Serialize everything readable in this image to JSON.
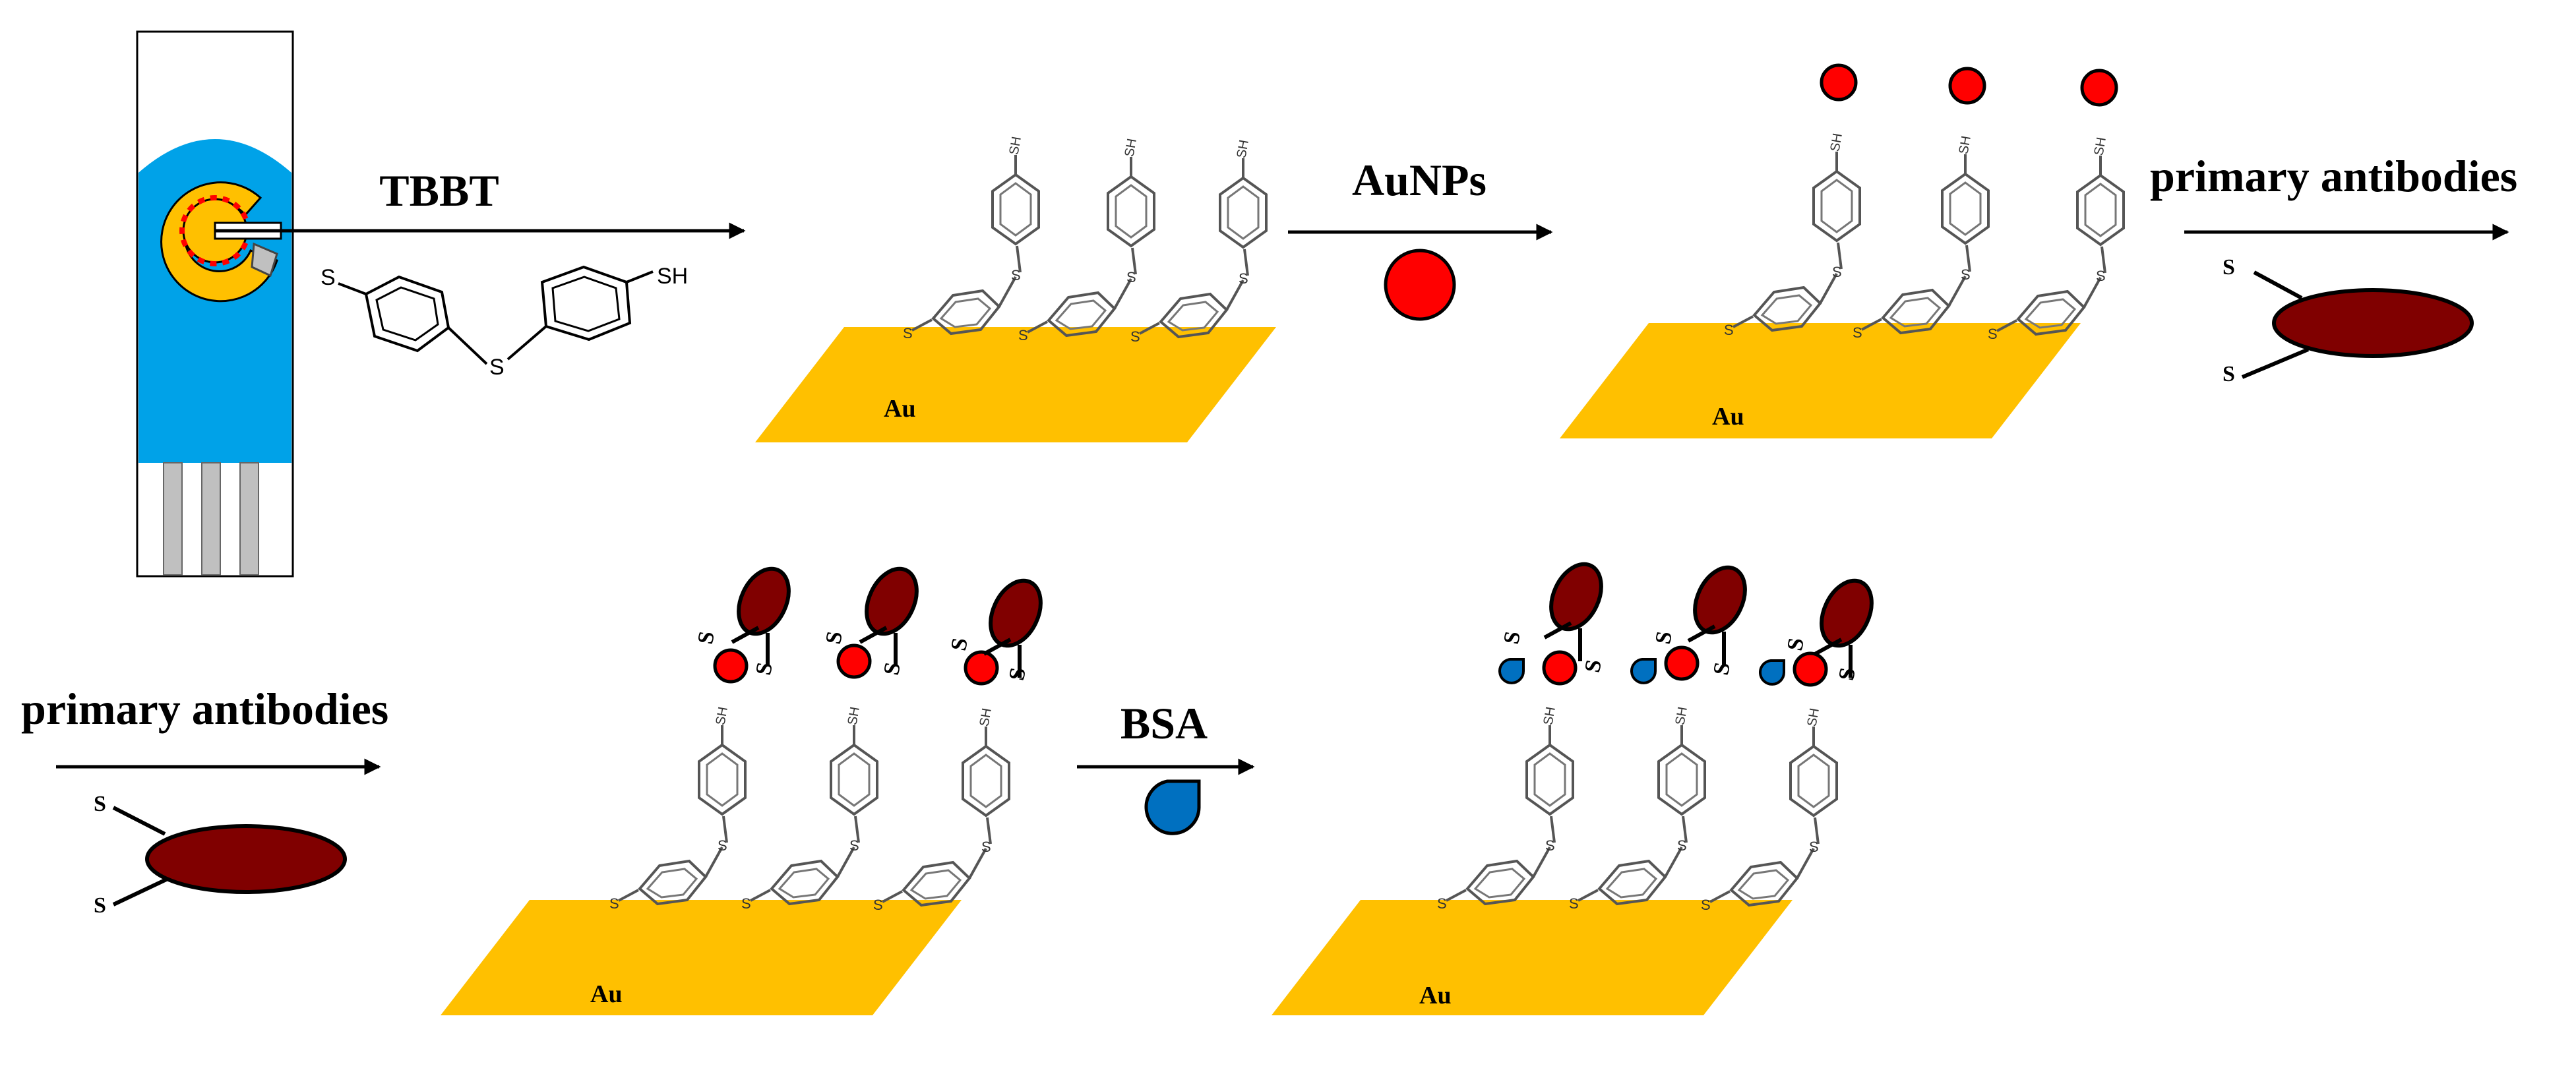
{
  "steps": [
    {
      "label": "TBBT"
    },
    {
      "label": "AuNPs"
    },
    {
      "label": "primary antibodies"
    },
    {
      "label": "primary antibodies"
    },
    {
      "label": "BSA"
    }
  ],
  "molecule": {
    "s_left": "S",
    "s_bridge": "S",
    "sh": "SH"
  },
  "surface_label": "Au",
  "antibody_s_label": "S",
  "colors": {
    "electrode_blue": "#00a2e8",
    "gold": "#ffc000",
    "nanoparticle_red": "#ff0000",
    "antibody_maroon": "#800000",
    "bsa_blue": "#0070c0"
  }
}
